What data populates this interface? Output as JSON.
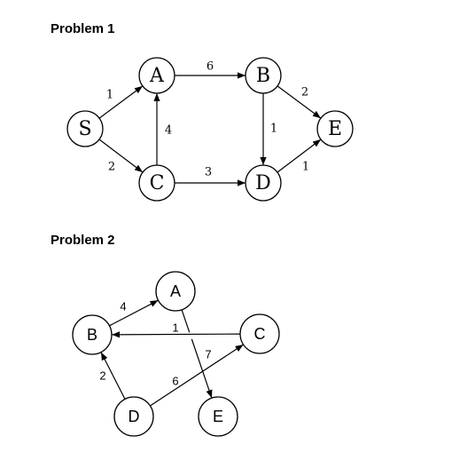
{
  "problems": [
    {
      "title": "Problem 1",
      "nodes": [
        {
          "id": "S",
          "label": "S"
        },
        {
          "id": "A",
          "label": "A"
        },
        {
          "id": "B",
          "label": "B"
        },
        {
          "id": "C",
          "label": "C"
        },
        {
          "id": "D",
          "label": "D"
        },
        {
          "id": "E",
          "label": "E"
        }
      ],
      "edges": [
        {
          "from": "S",
          "to": "A",
          "weight": "1"
        },
        {
          "from": "S",
          "to": "C",
          "weight": "2"
        },
        {
          "from": "A",
          "to": "B",
          "weight": "6"
        },
        {
          "from": "C",
          "to": "A",
          "weight": "4"
        },
        {
          "from": "C",
          "to": "D",
          "weight": "3"
        },
        {
          "from": "B",
          "to": "D",
          "weight": "1"
        },
        {
          "from": "B",
          "to": "E",
          "weight": "2"
        },
        {
          "from": "D",
          "to": "E",
          "weight": "1"
        }
      ]
    },
    {
      "title": "Problem 2",
      "nodes": [
        {
          "id": "A",
          "label": "A"
        },
        {
          "id": "B",
          "label": "B"
        },
        {
          "id": "C",
          "label": "C"
        },
        {
          "id": "D",
          "label": "D"
        },
        {
          "id": "E",
          "label": "E"
        }
      ],
      "edges": [
        {
          "from": "B",
          "to": "A",
          "weight": "4"
        },
        {
          "from": "C",
          "to": "B",
          "weight": "1"
        },
        {
          "from": "A",
          "to": "E",
          "weight": "7"
        },
        {
          "from": "D",
          "to": "B",
          "weight": "2"
        },
        {
          "from": "D",
          "to": "C",
          "weight": "6"
        }
      ]
    }
  ]
}
